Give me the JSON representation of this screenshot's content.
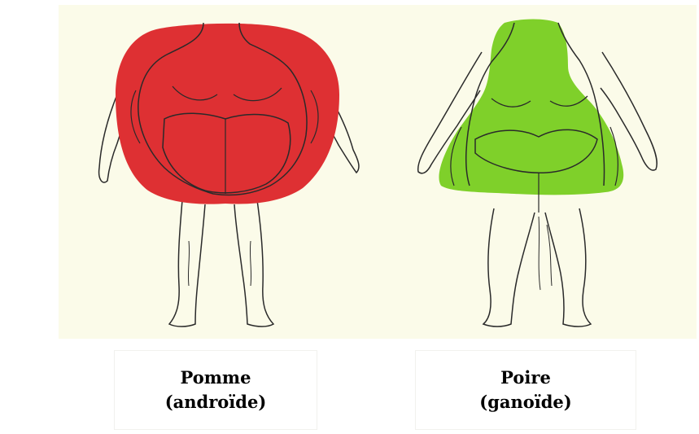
{
  "colors": {
    "apple_fill": "#de3033",
    "pear_fill": "#7fd02a",
    "outline": "#2a2a2a",
    "panel_background": "#fbfbe9"
  },
  "figures": [
    {
      "name": "apple",
      "line1": "Pomme",
      "line2": "(androïde)"
    },
    {
      "name": "pear",
      "line1": "Poire",
      "line2": "(ganoïde)"
    }
  ]
}
